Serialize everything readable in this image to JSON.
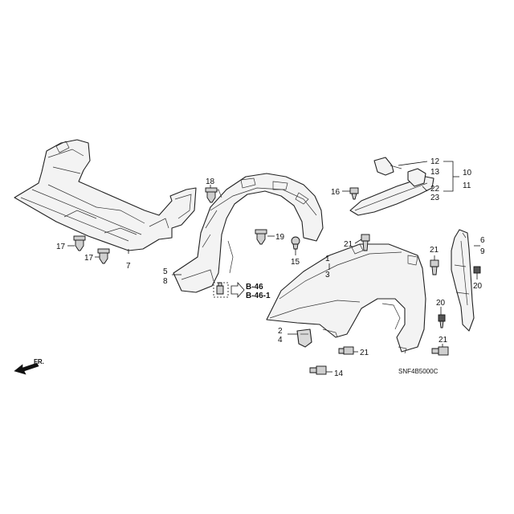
{
  "diagram": {
    "code": "SNF4B5000C",
    "direction_label": "FR.",
    "reference_labels": [
      "B-46",
      "B-46-1"
    ],
    "callouts": {
      "c1": "1",
      "c2": "2",
      "c3": "3",
      "c4": "4",
      "c5": "5",
      "c6": "6",
      "c7": "7",
      "c8": "8",
      "c9": "9",
      "c10": "10",
      "c11": "11",
      "c12": "12",
      "c13": "13",
      "c14": "14",
      "c15": "15",
      "c16": "16",
      "c17a": "17",
      "c17b": "17",
      "c18": "18",
      "c19": "19",
      "c20a": "20",
      "c20b": "20",
      "c21a": "21",
      "c21b": "21",
      "c21c": "21",
      "c21d": "21",
      "c22": "22",
      "c23": "23"
    }
  }
}
